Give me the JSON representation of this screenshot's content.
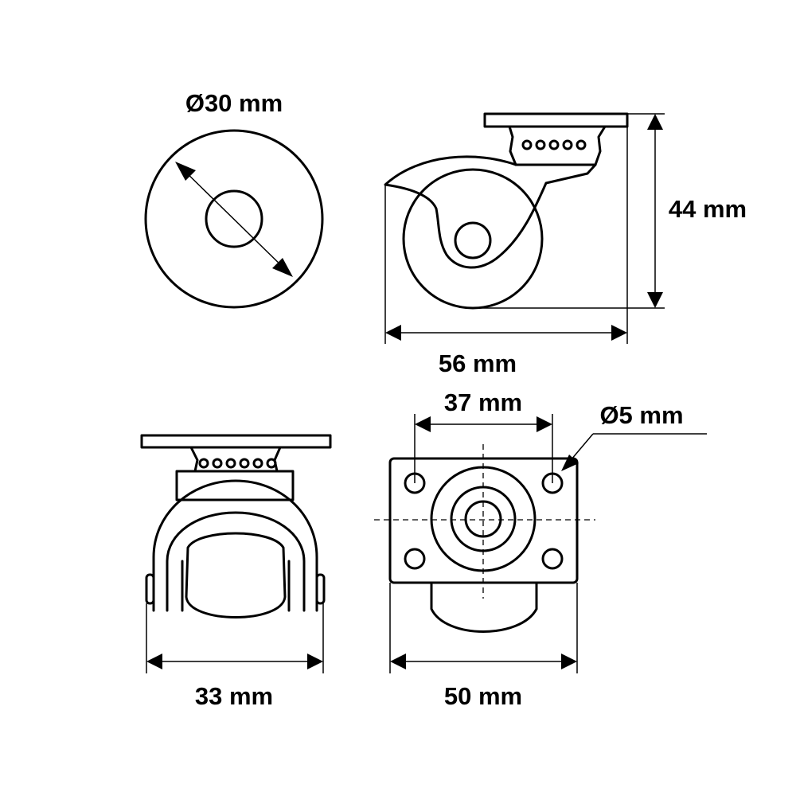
{
  "labels": {
    "wheel_diameter": "Ø30 mm",
    "height": "44 mm",
    "length": "56 mm",
    "hole_spacing": "37 mm",
    "hole_diameter": "Ø5 mm",
    "width": "33 mm",
    "plate_width": "50 mm"
  }
}
